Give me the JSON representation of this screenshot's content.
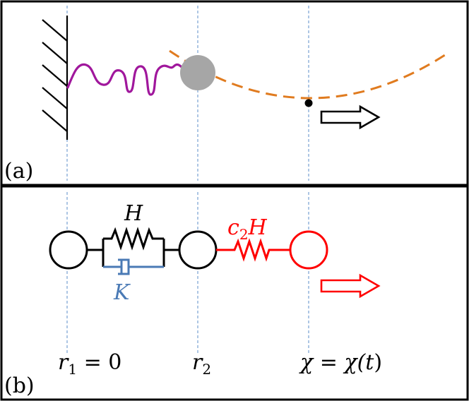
{
  "panels": {
    "a": {
      "label": "(a)"
    },
    "b": {
      "label": "(b)"
    }
  },
  "spring_labels": {
    "polymer_spring": "H",
    "dashpot": "K",
    "trap_spring_coef": "c",
    "trap_spring_sub": "2",
    "trap_spring_var": "H"
  },
  "position_labels": {
    "r1_var": "r",
    "r1_sub": "1",
    "r1_rest": " = 0",
    "r2_var": "r",
    "r2_sub": "2",
    "chi": "χ = χ(",
    "chi_t": "t",
    "chi_close": ")"
  },
  "colors": {
    "frame": "#000000",
    "polymer": "#a0179c",
    "bead_grey": "#a6a6a6",
    "trap_potential": "#e07b1f",
    "guide_line": "#5b8ec9",
    "dashpot": "#4a7ab5",
    "trap_red": "#ff0000"
  }
}
